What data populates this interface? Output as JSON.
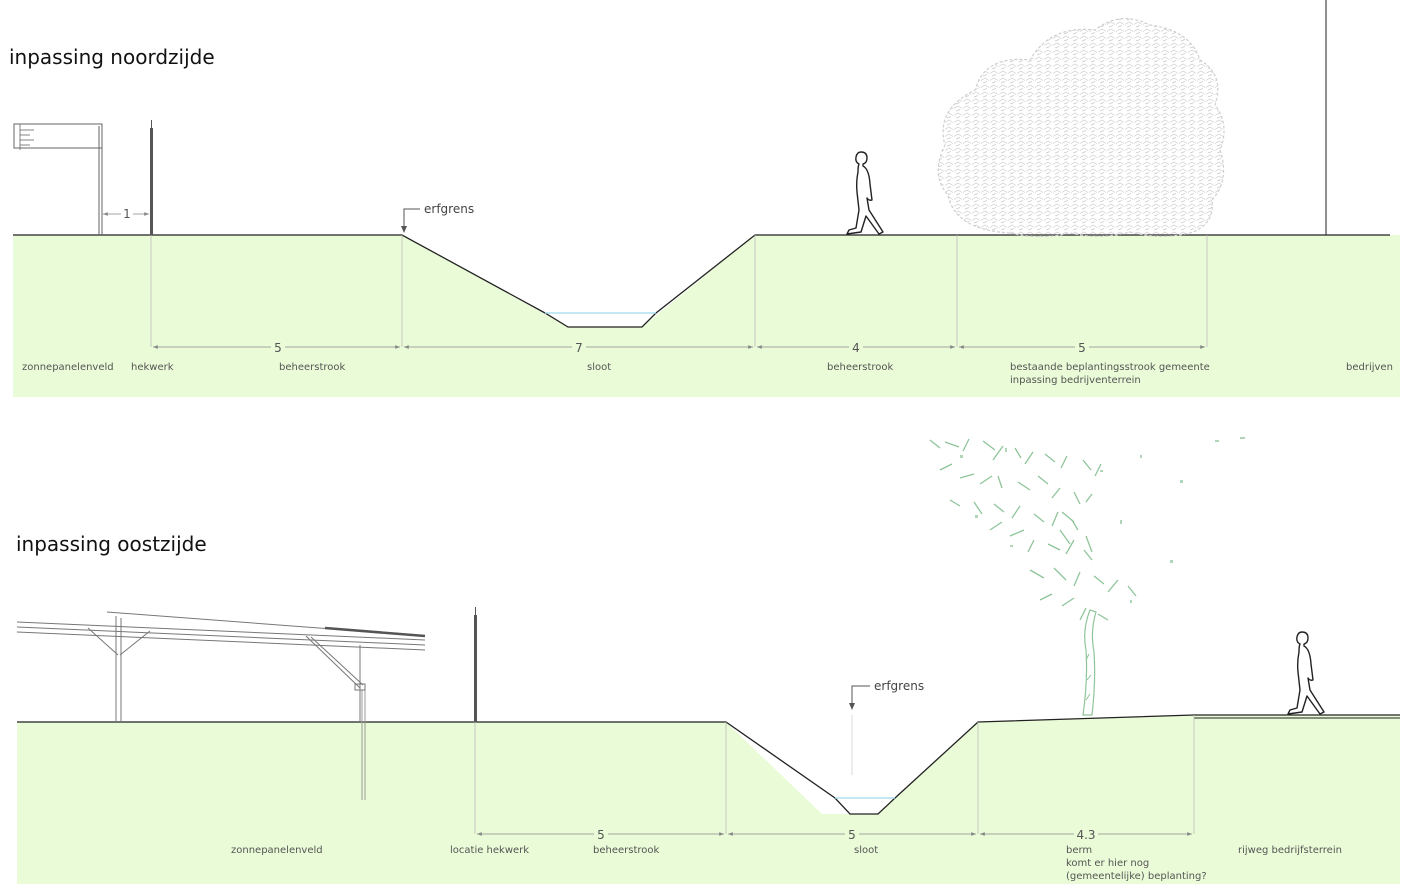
{
  "north": {
    "title": "inpassing noordzijde",
    "erfgrens": "erfgrens",
    "dims": [
      "1",
      "5",
      "7",
      "4",
      "5"
    ],
    "labels": {
      "zonnepanelenveld": "zonnepanelenveld",
      "hekwerk": "hekwerk",
      "beheerstrook1": "beheerstrook",
      "sloot": "sloot",
      "beheerstrook2": "beheerstrook",
      "beplanting_line1": "bestaande beplantingsstrook gemeente",
      "beplanting_line2": "inpassing bedrijventerrein",
      "bedrijven": "bedrijven"
    }
  },
  "east": {
    "title": "inpassing oostzijde",
    "erfgrens": "erfgrens",
    "dims": [
      "5",
      "5",
      "4.3"
    ],
    "labels": {
      "zonnepanelenveld": "zonnepanelenveld",
      "locatie_hekwerk": "locatie hekwerk",
      "beheerstrook": "beheerstrook",
      "sloot": "sloot",
      "berm_line1": "berm",
      "berm_line2": "komt er hier nog",
      "berm_line3": "(gemeentelijke) beplanting?",
      "rijweg": "rijweg bedrijfsterrein"
    }
  },
  "colors": {
    "ground": "#eafbd7",
    "water": "#9fd9ee",
    "tree_foliage": "#8fc49a",
    "tree_crown": "#c8c8c8"
  }
}
